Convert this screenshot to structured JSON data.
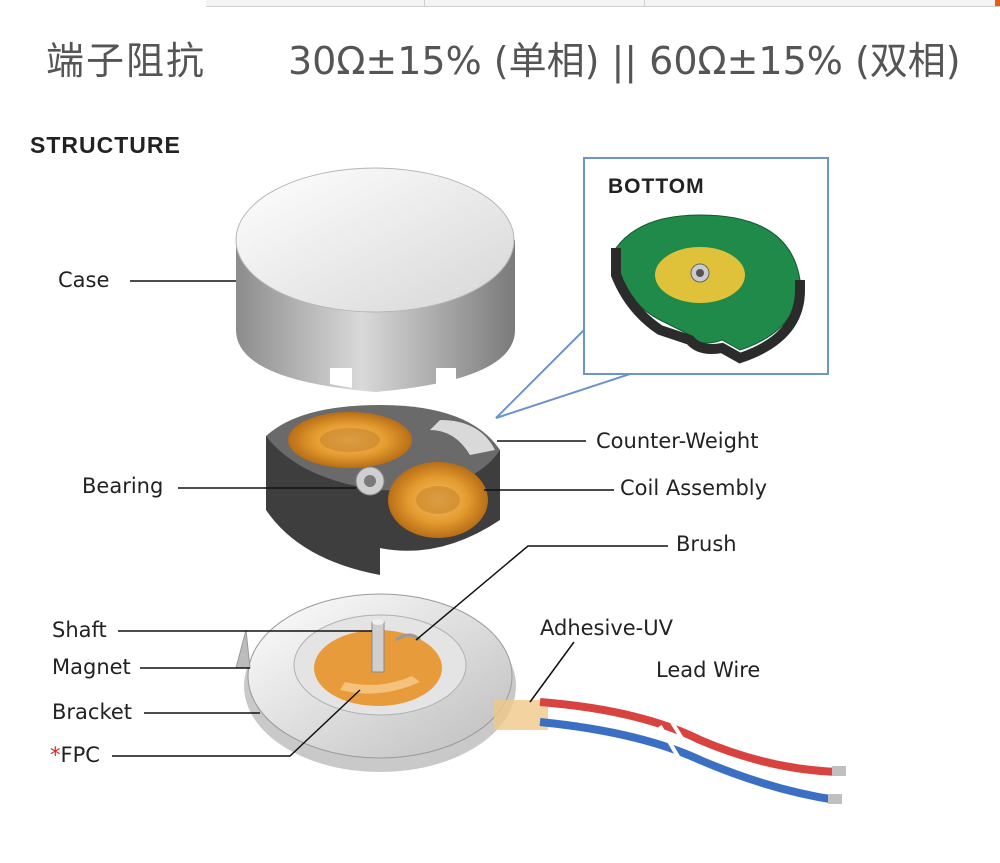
{
  "header": {
    "spec_label": "端子阻抗",
    "spec_value": "30Ω±15% (单相) || 60Ω±15% (双相)"
  },
  "diagram": {
    "title": "STRUCTURE",
    "inset_title": "BOTTOM",
    "labels": {
      "case": "Case",
      "counter_weight": "Counter-Weight",
      "bearing": "Bearing",
      "coil_assembly": "Coil Assembly",
      "brush": "Brush",
      "shaft": "Shaft",
      "magnet": "Magnet",
      "bracket": "Bracket",
      "fpc_star": "*",
      "fpc": "FPC",
      "adhesive_uv": "Adhesive-UV",
      "lead_wire": "Lead Wire"
    },
    "colors": {
      "case_top": "#f2f2f2",
      "case_side": "#9a9a9a",
      "rotor_body": "#4a4a4a",
      "coil": "#e3a23a",
      "pcb_green": "#1f8a4a",
      "wire_red": "#d8433f",
      "wire_blue": "#3a6fc4",
      "inset_border": "#6c94c8"
    }
  }
}
